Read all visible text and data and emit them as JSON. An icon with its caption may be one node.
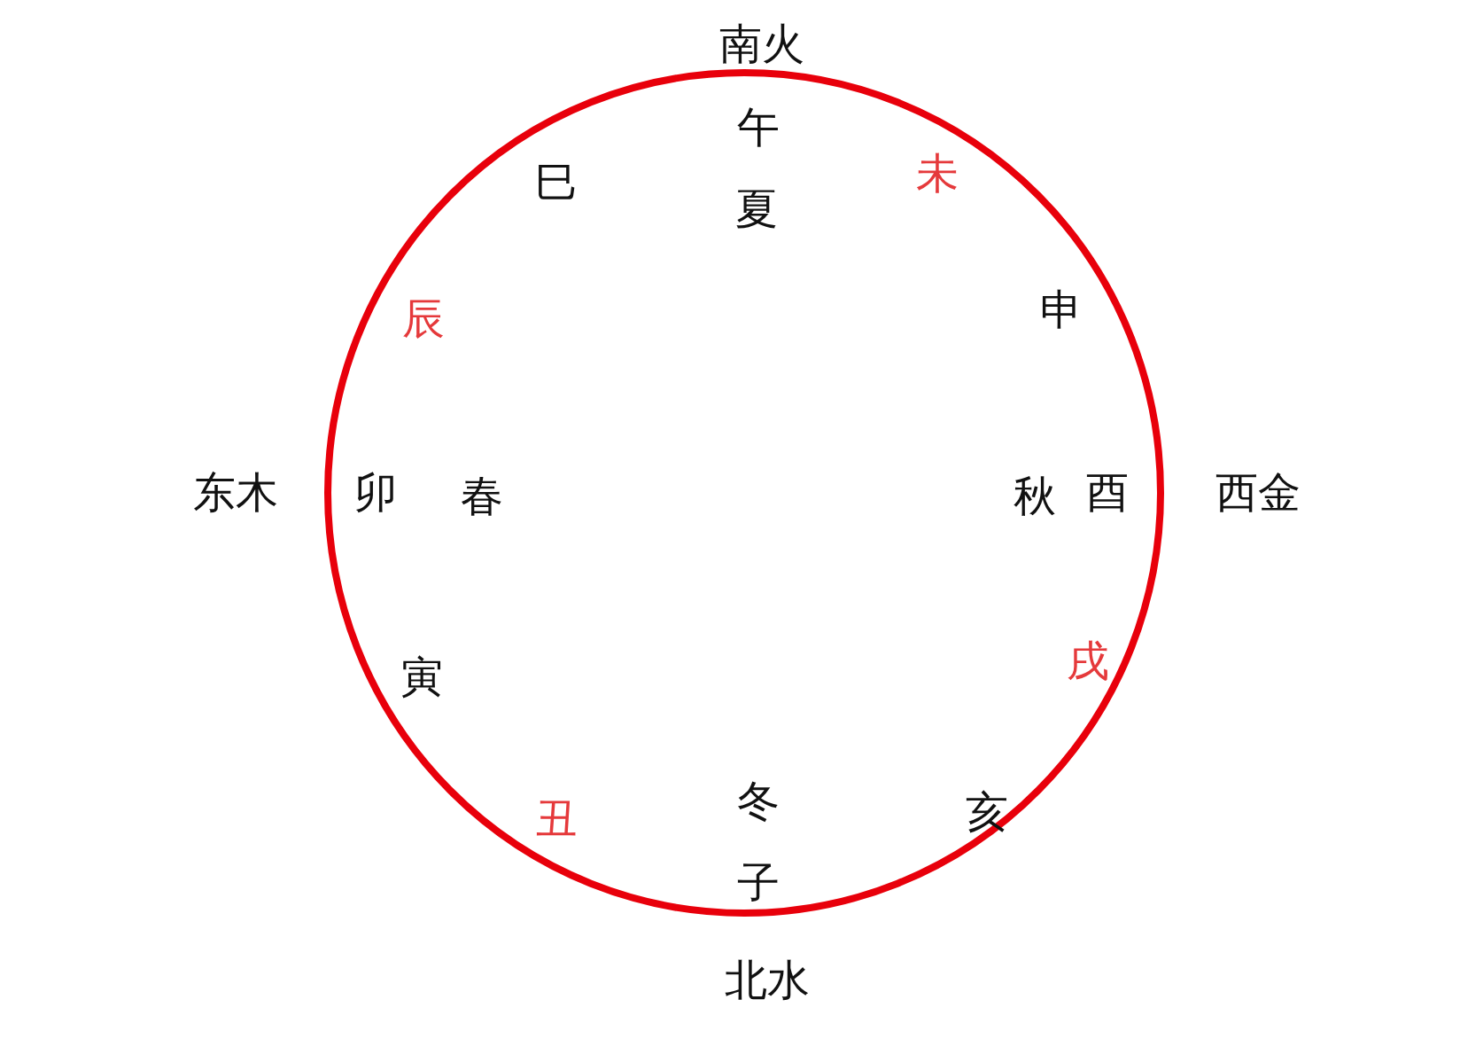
{
  "diagram": {
    "labels": [
      "南火",
      "巳",
      "午",
      "未",
      "夏",
      "辰",
      "申",
      "东木",
      "卯",
      "春",
      "秋",
      "酉",
      "西金",
      "寅",
      "戌",
      "冬",
      "丑",
      "亥",
      "子",
      "北水"
    ]
  }
}
